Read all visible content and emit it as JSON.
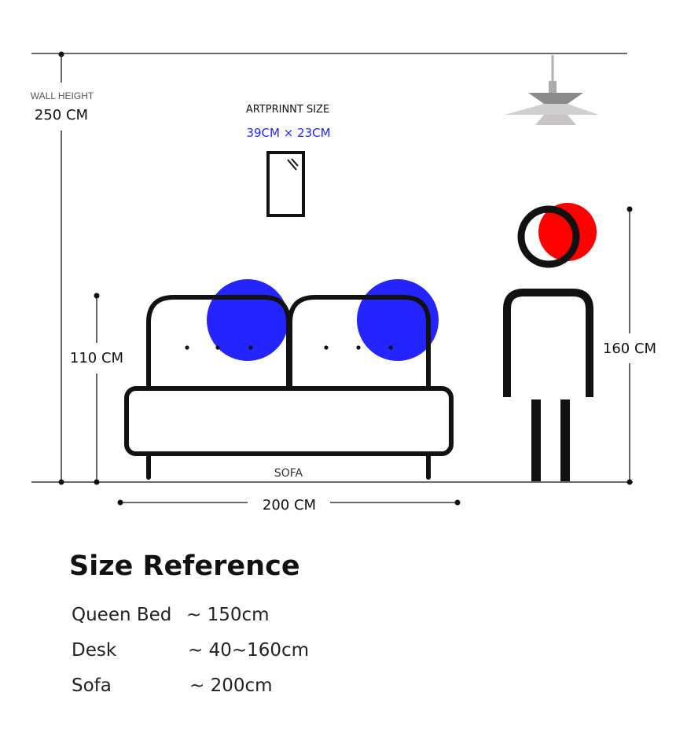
{
  "diagram": {
    "wall_height_label": "WALL HEIGHT",
    "wall_height_value": "250 CM",
    "artprint_label": "ARTPRINNT SIZE",
    "artprint_size": "39CM × 23CM",
    "sofa_height": "110 CM",
    "sofa_label": "SOFA",
    "sofa_width": "200 CM",
    "person_height": "160 CM",
    "colors": {
      "blue": "#2424ff",
      "red": "#ff0000",
      "line": "#111111",
      "lamp": "#b0b0b0"
    }
  },
  "reference": {
    "title": "Size Reference",
    "items": [
      {
        "label": "Queen Bed",
        "value": "~ 150cm"
      },
      {
        "label": "Desk",
        "value": "~ 40~160cm"
      },
      {
        "label": "Sofa",
        "value": "~ 200cm"
      }
    ]
  }
}
